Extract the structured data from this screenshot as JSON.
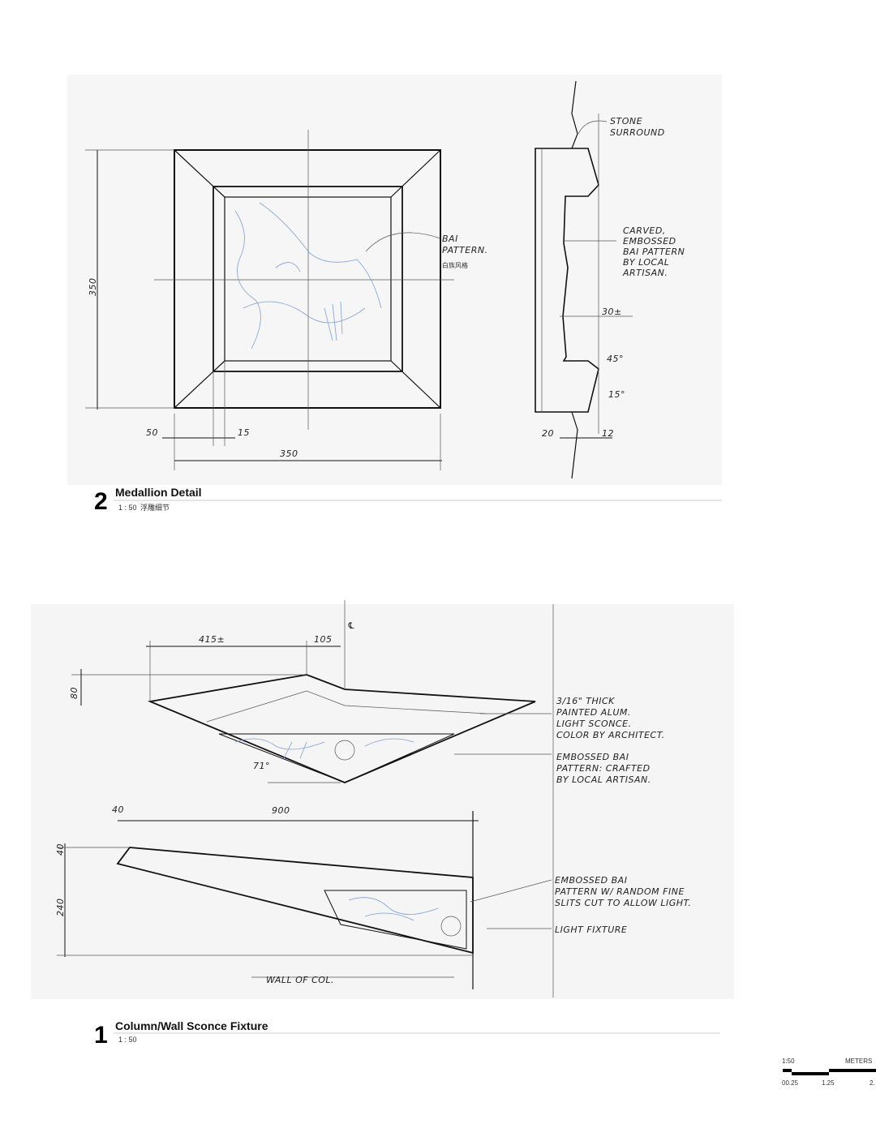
{
  "medallion": {
    "number": "2",
    "title": "Medallion Detail",
    "scale": "1 : 50",
    "subtitle_cn": "浮雕细节",
    "labels": {
      "stone_1": "STONE",
      "stone_2": "SURROUND",
      "bai_1": "BAI",
      "bai_2": "PATTERN.",
      "bai_cn": "白族风格",
      "carved_1": "CARVED,",
      "carved_2": "EMBOSSED",
      "carved_3": "BAI PATTERN",
      "carved_4": "BY LOCAL",
      "carved_5": "ARTISAN.",
      "dim_30": "30±",
      "angle_45": "45°",
      "angle_15": "15°",
      "dim_20": "20",
      "dim_12": "12",
      "dim_height": "350",
      "dim_width": "350",
      "dim_50": "50",
      "dim_15": "15"
    }
  },
  "sconce": {
    "number": "1",
    "title": "Column/Wall Sconce Fixture",
    "scale": "1 : 50",
    "labels": {
      "dim_415": "415±",
      "dim_105": "105",
      "centerline": "℄",
      "dim_80": "80",
      "alum_1": "3/16\" THICK",
      "alum_2": "PAINTED ALUM.",
      "alum_3": "LIGHT SCONCE.",
      "alum_4": "COLOR BY ARCHITECT.",
      "emb_1": "EMBOSSED BAI",
      "emb_2": "PATTERN: CRAFTED",
      "emb_3": "BY LOCAL ARTISAN.",
      "angle_71": "71°",
      "dim_40a": "40",
      "dim_900": "900",
      "dim_40b": "40",
      "dim_240": "240",
      "slit_1": "EMBOSSED BAI",
      "slit_2": "PATTERN W/ RANDOM FINE",
      "slit_3": "SLITS CUT TO ALLOW LIGHT.",
      "fixture": "LIGHT FIXTURE",
      "wall": "WALL OF COL."
    }
  },
  "scale_bar": {
    "ratio": "1:50",
    "unit": "METERS",
    "ticks": [
      "00.25",
      "1.25",
      "2."
    ]
  }
}
